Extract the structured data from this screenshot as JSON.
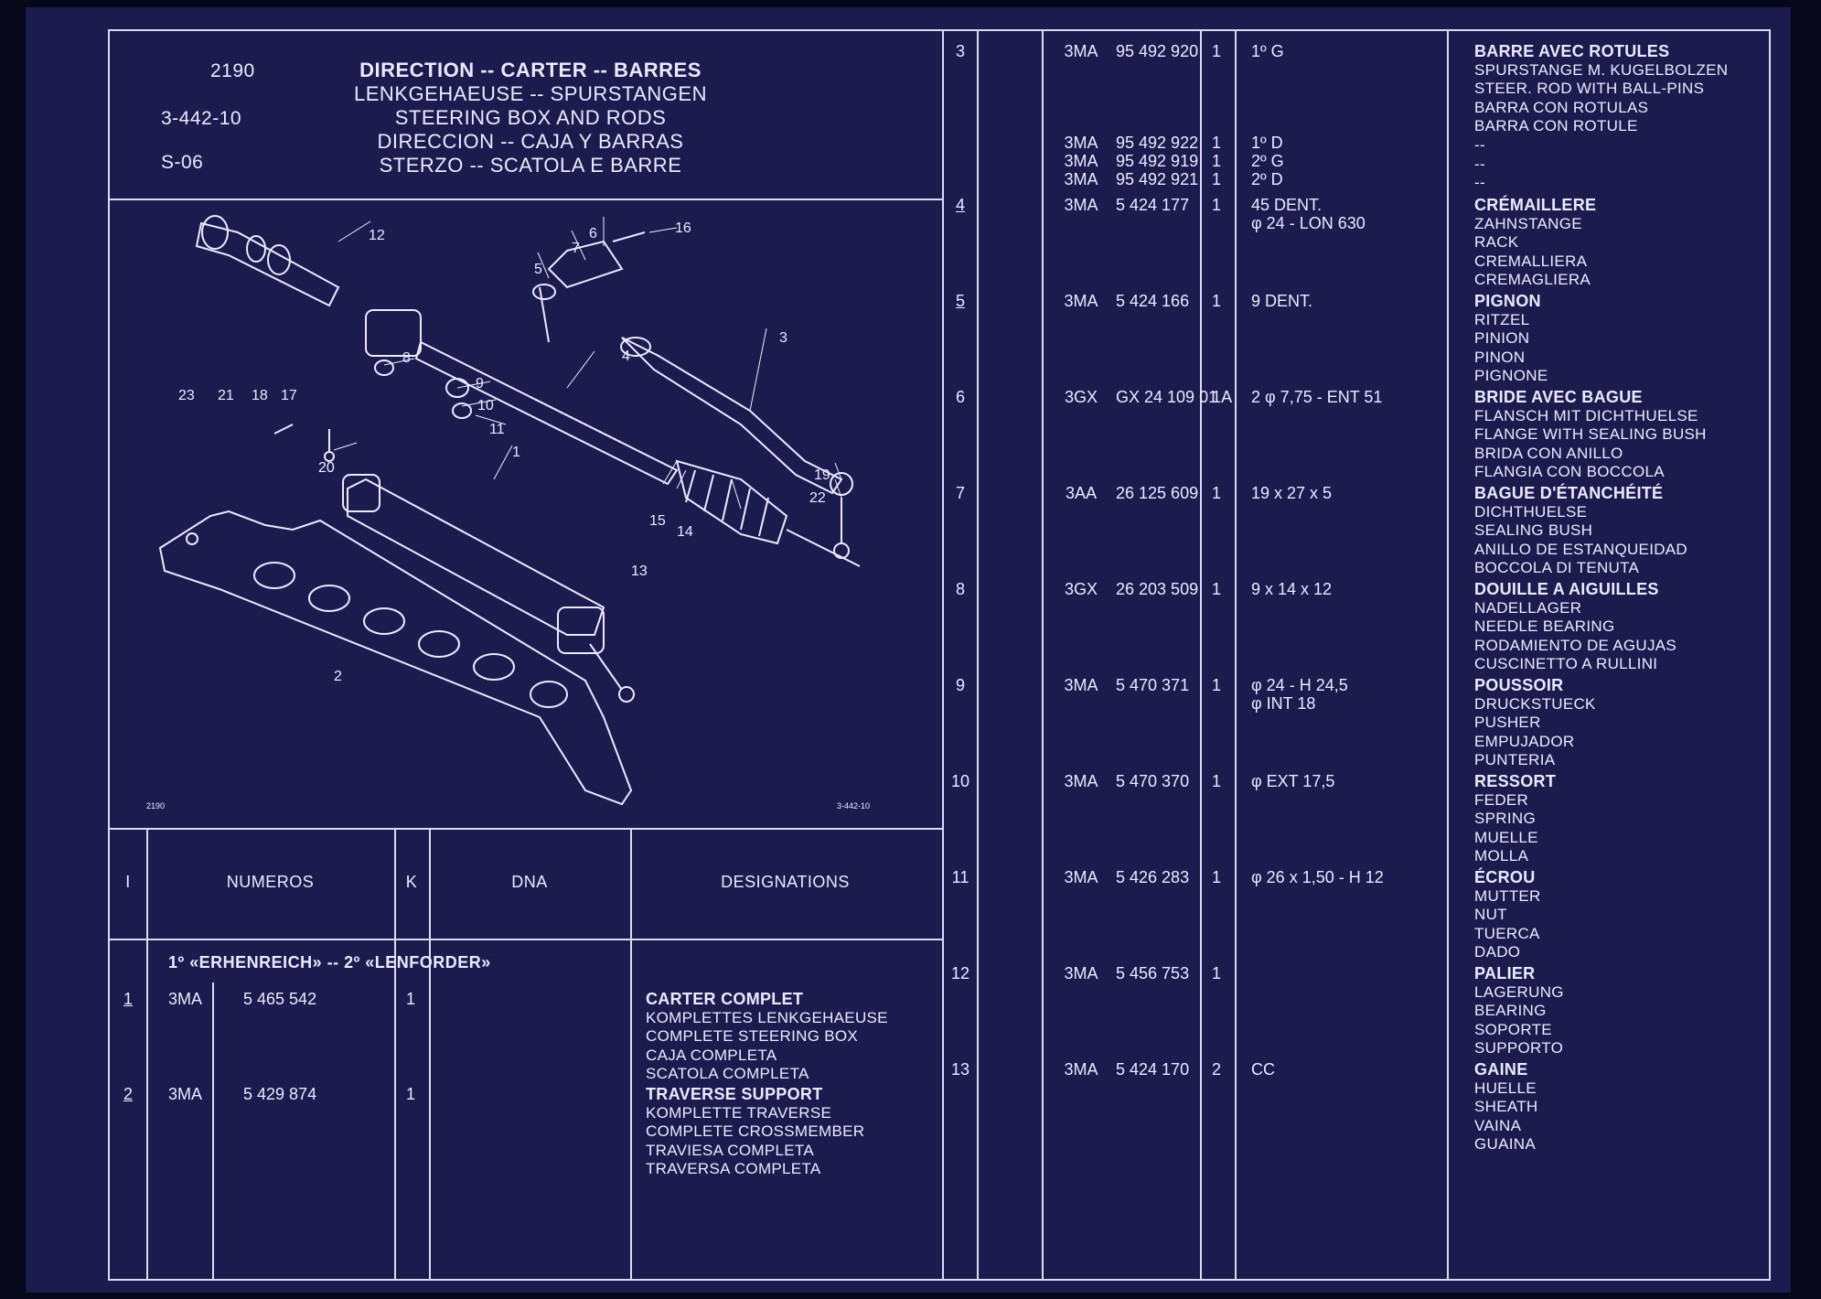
{
  "header": {
    "code": "2190",
    "ref": "3-442-10",
    "series": "S-06",
    "titles": [
      "DIRECTION -- CARTER -- BARRES",
      "LENKGEHAEUSE -- SPURSTANGEN",
      "STEERING BOX AND RODS",
      "DIRECCION -- CAJA Y BARRAS",
      "STERZO -- SCATOLA E BARRE"
    ]
  },
  "diagram": {
    "corner_left": "2190",
    "corner_right": "3-442-10",
    "callouts": [
      "1",
      "2",
      "3",
      "4",
      "5",
      "6",
      "7",
      "8",
      "9",
      "10",
      "11",
      "12",
      "13",
      "14",
      "15",
      "16",
      "17",
      "18",
      "19",
      "20",
      "21",
      "22",
      "23"
    ]
  },
  "columns": {
    "i": "I",
    "numeros": "NUMEROS",
    "k": "K",
    "dna": "DNA",
    "designations": "DESIGNATIONS"
  },
  "note": "1º «ERHENREICH» -- 2º «LENFORDER»",
  "left_rows": [
    {
      "i": "1",
      "code": "3MA",
      "num": "5 465 542",
      "k": "1",
      "dna": "",
      "designations": [
        "CARTER COMPLET",
        "KOMPLETTES LENKGEHAEUSE",
        "COMPLETE STEERING BOX",
        "CAJA COMPLETA",
        "SCATOLA COMPLETA"
      ]
    },
    {
      "i": "2",
      "code": "3MA",
      "num": "5 429 874",
      "k": "1",
      "dna": "",
      "designations": [
        "TRAVERSE SUPPORT",
        "KOMPLETTE TRAVERSE",
        "COMPLETE CROSSMEMBER",
        "TRAVIESA COMPLETA",
        "TRAVERSA COMPLETA"
      ]
    }
  ],
  "right_rows": [
    {
      "i": "3",
      "code": "3MA\n\n\n\n\n3MA\n3MA\n3MA",
      "num": "95 492 920\n\n\n\n\n95 492 922\n95 492 919\n95 492 921",
      "k": "1\n\n\n\n\n1\n1\n1",
      "dna": "1º G\n\n\n\n\n1º D\n2º G\n2º D",
      "designations": [
        "BARRE AVEC ROTULES",
        "SPURSTANGE M. KUGELBOLZEN",
        "STEER. ROD WITH BALL-PINS",
        "BARRA CON ROTULAS",
        "BARRA CON ROTULE",
        "--",
        "--",
        "--"
      ]
    },
    {
      "i": "4",
      "code": "3MA",
      "num": "5 424 177",
      "k": "1",
      "dna": "45 DENT.\nφ 24 - LON 630",
      "designations": [
        "CRÉMAILLERE",
        "ZAHNSTANGE",
        "RACK",
        "CREMALLIERA",
        "CREMAGLIERA"
      ]
    },
    {
      "i": "5",
      "code": "3MA",
      "num": "5 424 166",
      "k": "1",
      "dna": "9 DENT.",
      "designations": [
        "PIGNON",
        "RITZEL",
        "PINION",
        "PINON",
        "PIGNONE"
      ]
    },
    {
      "i": "6",
      "code": "3GX",
      "num": "GX 24 109 01 A",
      "k": "1",
      "dna": "2 φ 7,75 - ENT 51",
      "designations": [
        "BRIDE AVEC BAGUE",
        "FLANSCH MIT DICHTHUELSE",
        "FLANGE WITH SEALING BUSH",
        "BRIDA CON ANILLO",
        "FLANGIA CON BOCCOLA"
      ]
    },
    {
      "i": "7",
      "code": "3AA",
      "num": "26 125 609",
      "k": "1",
      "dna": "19 x 27 x 5",
      "designations": [
        "BAGUE D'ÉTANCHÉITÉ",
        "DICHTHUELSE",
        "SEALING BUSH",
        "ANILLO DE ESTANQUEIDAD",
        "BOCCOLA DI TENUTA"
      ]
    },
    {
      "i": "8",
      "code": "3GX",
      "num": "26 203 509",
      "k": "1",
      "dna": "9 x 14 x 12",
      "designations": [
        "DOUILLE A AIGUILLES",
        "NADELLAGER",
        "NEEDLE BEARING",
        "RODAMIENTO DE AGUJAS",
        "CUSCINETTO A RULLINI"
      ]
    },
    {
      "i": "9",
      "code": "3MA",
      "num": "5 470 371",
      "k": "1",
      "dna": "φ 24 - H 24,5\nφ INT 18",
      "designations": [
        "POUSSOIR",
        "DRUCKSTUECK",
        "PUSHER",
        "EMPUJADOR",
        "PUNTERIA"
      ]
    },
    {
      "i": "10",
      "code": "3MA",
      "num": "5 470 370",
      "k": "1",
      "dna": "φ EXT 17,5",
      "designations": [
        "RESSORT",
        "FEDER",
        "SPRING",
        "MUELLE",
        "MOLLA"
      ]
    },
    {
      "i": "11",
      "code": "3MA",
      "num": "5 426 283",
      "k": "1",
      "dna": "φ 26 x 1,50 - H 12",
      "designations": [
        "ÉCROU",
        "MUTTER",
        "NUT",
        "TUERCA",
        "DADO"
      ]
    },
    {
      "i": "12",
      "code": "3MA",
      "num": "5 456 753",
      "k": "1",
      "dna": "",
      "designations": [
        "PALIER",
        "LAGERUNG",
        "BEARING",
        "SOPORTE",
        "SUPPORTO"
      ]
    },
    {
      "i": "13",
      "code": "3MA",
      "num": "5 424 170",
      "k": "2",
      "dna": "CC",
      "designations": [
        "GAINE",
        "HUELLE",
        "SHEATH",
        "VAINA",
        "GUAINA"
      ]
    }
  ]
}
